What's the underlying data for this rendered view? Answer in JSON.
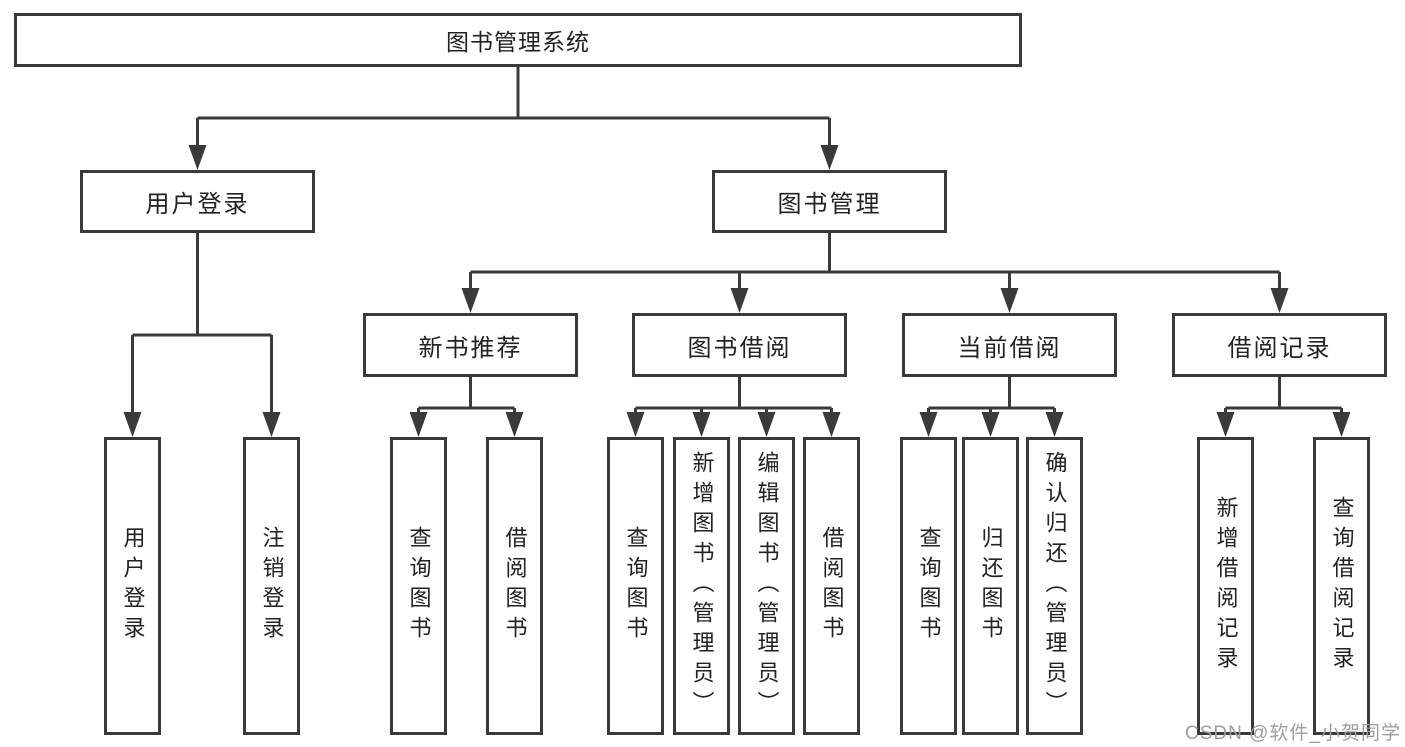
{
  "colors": {
    "background": "#ffffff",
    "line": "#3a3a3a",
    "box_border": "#3a3a3a",
    "text": "#222222",
    "watermark_text": "#9e9e9e"
  },
  "diagram": {
    "root": {
      "label": "图书管理系统"
    },
    "branches": [
      {
        "label": "用户登录",
        "children": [
          {
            "label": "用户登录"
          },
          {
            "label": "注销登录"
          }
        ]
      },
      {
        "label": "图书管理",
        "groups": [
          {
            "label": "新书推荐",
            "children": [
              {
                "label": "查询图书"
              },
              {
                "label": "借阅图书"
              }
            ]
          },
          {
            "label": "图书借阅",
            "children": [
              {
                "label": "查询图书"
              },
              {
                "label": "新增图书（管理员）"
              },
              {
                "label": "编辑图书（管理员）"
              },
              {
                "label": "借阅图书"
              }
            ]
          },
          {
            "label": "当前借阅",
            "children": [
              {
                "label": "查询图书"
              },
              {
                "label": "归还图书"
              },
              {
                "label": "确认归还（管理员）"
              }
            ]
          },
          {
            "label": "借阅记录",
            "children": [
              {
                "label": "新增借阅记录"
              },
              {
                "label": "查询借阅记录"
              }
            ]
          }
        ]
      }
    ]
  },
  "watermark": {
    "text": "CSDN @软件_小贺同学"
  }
}
